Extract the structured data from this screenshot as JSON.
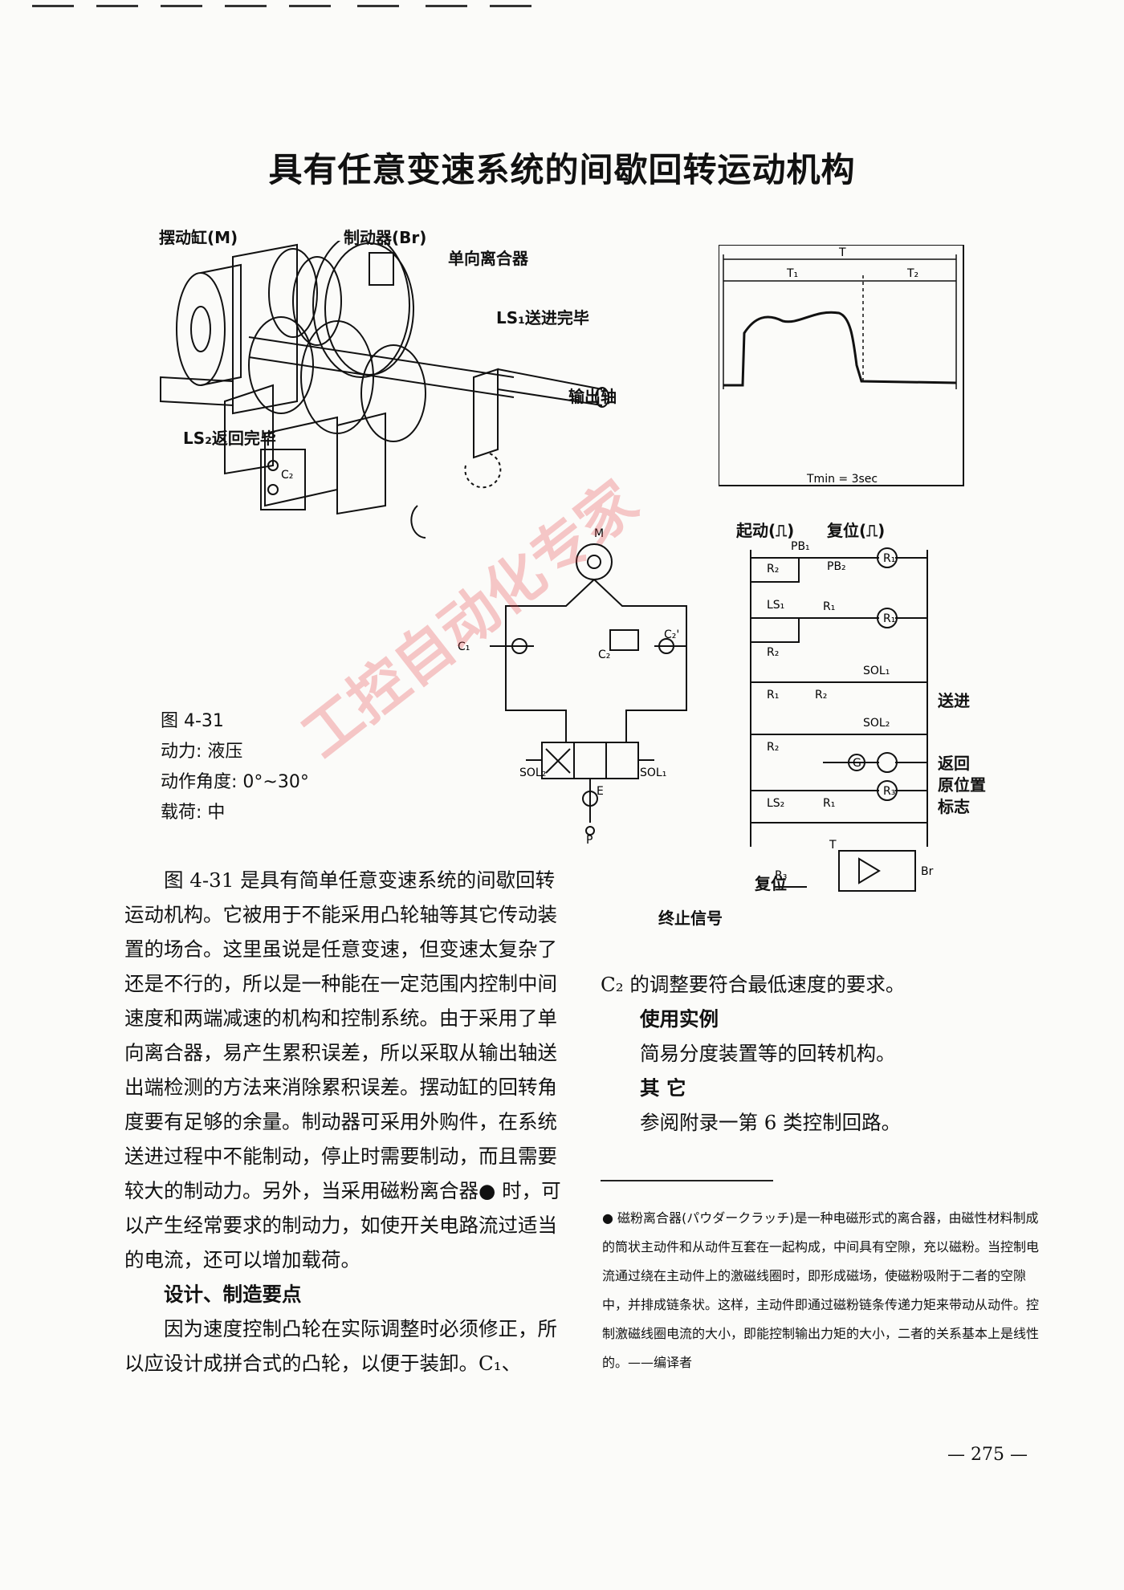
{
  "title": "具有任意变速系统的间歇回转运动机构",
  "mech_labels": {
    "cylinder": "摆动缸(M)",
    "brake": "制动器(Br)",
    "clutch": "单向离合器",
    "ls1": "LS₁送进完毕",
    "ls2": "LS₂返回完毕",
    "output": "输出轴",
    "c2": "C₂"
  },
  "timing": {
    "total": "T",
    "t1": "T₁",
    "t2": "T₂",
    "note": "Tmin = 3sec"
  },
  "hydraulic": {
    "motor": "M",
    "c1": "C₁",
    "c2_left": "C₂",
    "c2_right": "C₂'",
    "sol2": "SOL₂",
    "sol1": "SOL₁",
    "e": "E",
    "p": "P"
  },
  "ladder": {
    "start": "起动(⎍)",
    "reset": "复位(⎍)",
    "pb1": "PB₁",
    "pb2": "PB₂",
    "r1": "R₁",
    "r2": "R₂",
    "r3": "R₃",
    "ls1": "LS₁",
    "ls2": "LS₂",
    "sol1": "SOL₁",
    "sol2": "SOL₂",
    "g": "G",
    "t": "T",
    "br": "Br",
    "advance": "送进",
    "return1": "返回",
    "return2": "原位置",
    "return3": "标志",
    "reset2": "复位",
    "end_signal": "终止信号"
  },
  "caption": {
    "fig": "图 4-31",
    "power": "动力: 液压",
    "angle": "动作角度: 0°~30°",
    "load": "载荷: 中"
  },
  "left_text": {
    "p1": "图 4-31 是具有简单任意变速系统的间歇回转运动机构。它被用于不能采用凸轮轴等其它传动装置的场合。这里虽说是任意变速，但变速太复杂了还是不行的，所以是一种能在一定范围内控制中间速度和两端减速的机构和控制系统。由于采用了单向离合器，易产生累积误差，所以采取从输出轴送出端检测的方法来消除累积误差。摆动缸的回转角度要有足够的余量。制动器可采用外购件，在系统送进过程中不能制动，停止时需要制动，而且需要较大的制动力。另外，当采用磁粉离合器● 时，可以产生经常要求的制动力，如使开关电路流过适当的电流，还可以增加载荷。",
    "h1": "设计、制造要点",
    "p2": "因为速度控制凸轮在实际调整时必须修正，所以应设计成拼合式的凸轮，以便于装卸。C₁、"
  },
  "right_text": {
    "p0": "C₂ 的调整要符合最低速度的要求。",
    "h2": "使用实例",
    "p3": "简易分度装置等的回转机构。",
    "h3": "其    它",
    "p4": "参阅附录一第 6 类控制回路。"
  },
  "footnote": "● 磁粉离合器(パウダークラッチ)是一种电磁形式的离合器，由磁性材料制成的筒状主动件和从动件互套在一起构成，中间具有空隙，充以磁粉。当控制电流通过绕在主动件上的激磁线圈时，即形成磁场，使磁粉吸附于二者的空隙中，并排成链条状。这样，主动件即通过磁粉链条传递力矩来带动从动件。控制激磁线圈电流的大小，即能控制输出力矩的大小，二者的关系基本上是线性的。——编译者",
  "page_number": "— 275 —",
  "watermark": "工控自动化专家"
}
